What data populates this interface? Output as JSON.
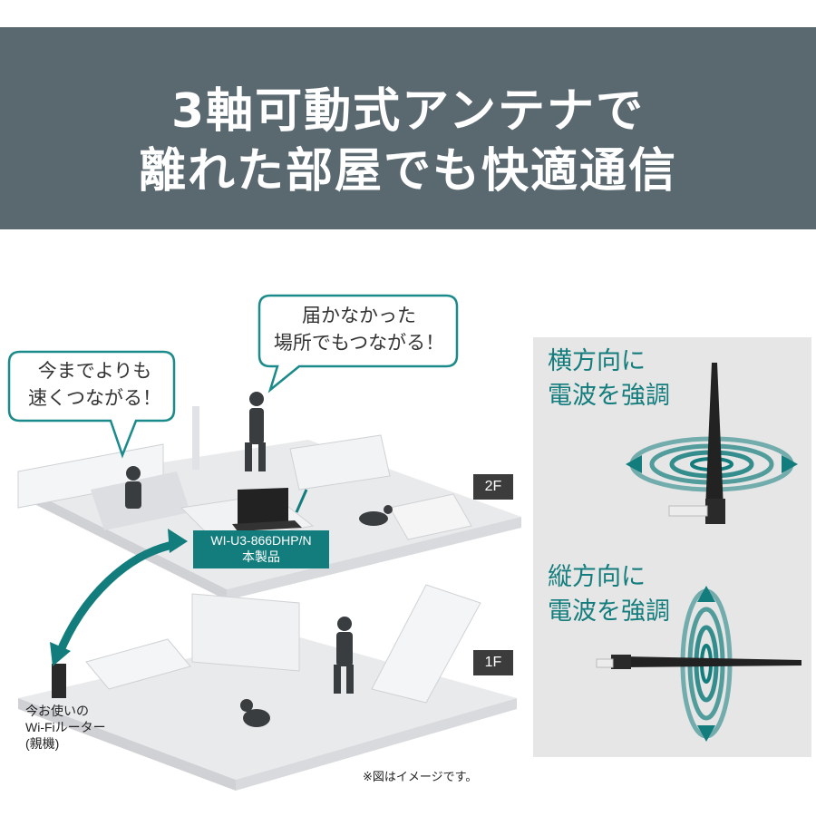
{
  "header": {
    "line1": "3軸可動式アンテナで",
    "line2": "離れた部屋でも快適通信"
  },
  "bubbles": {
    "left_line1": "今までよりも",
    "left_line2": "速くつながる！",
    "right_line1": "届かなかった",
    "right_line2": "場所でもつながる！"
  },
  "floors": {
    "upper": "2F",
    "lower": "1F"
  },
  "product": {
    "model": "WI-U3-866DHP/N",
    "label": "本製品"
  },
  "router": {
    "line1": "今お使いの",
    "line2": "Wi-Fiルーター",
    "line3": "(親機)"
  },
  "note": "※図はイメージです。",
  "panel": {
    "top_line1": "横方向に",
    "top_line2": "電波を強調",
    "bottom_line1": "縦方向に",
    "bottom_line2": "電波を強調"
  },
  "colors": {
    "banner": "#5a6870",
    "accent": "#137c7c",
    "panel_bg": "#e6e6e6"
  }
}
